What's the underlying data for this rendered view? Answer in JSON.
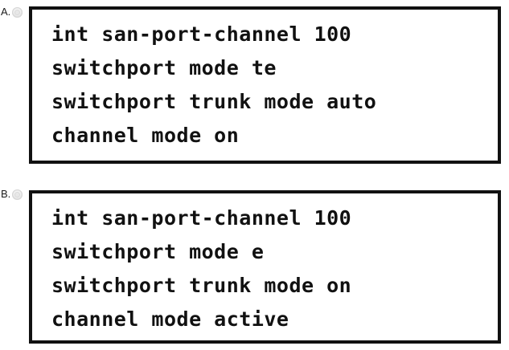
{
  "question": {
    "type": "multiple-choice-options",
    "options": [
      {
        "letter": "A.",
        "radio_state": "unselected",
        "radio_icon": "radio-button-icon",
        "code_lines": [
          "int san-port-channel 100",
          "switchport mode te",
          "switchport trunk mode auto",
          "channel mode on"
        ]
      },
      {
        "letter": "B.",
        "radio_state": "unselected",
        "radio_icon": "radio-button-icon",
        "code_lines": [
          "int san-port-channel 100",
          "switchport mode e",
          "switchport trunk mode on",
          "channel mode active"
        ]
      }
    ]
  },
  "colors": {
    "page_background": "#ffffff",
    "box_border": "#111111",
    "code_text": "#111111",
    "letter_text": "#1b1b1b",
    "radio_fill": "#e4e4e4"
  }
}
